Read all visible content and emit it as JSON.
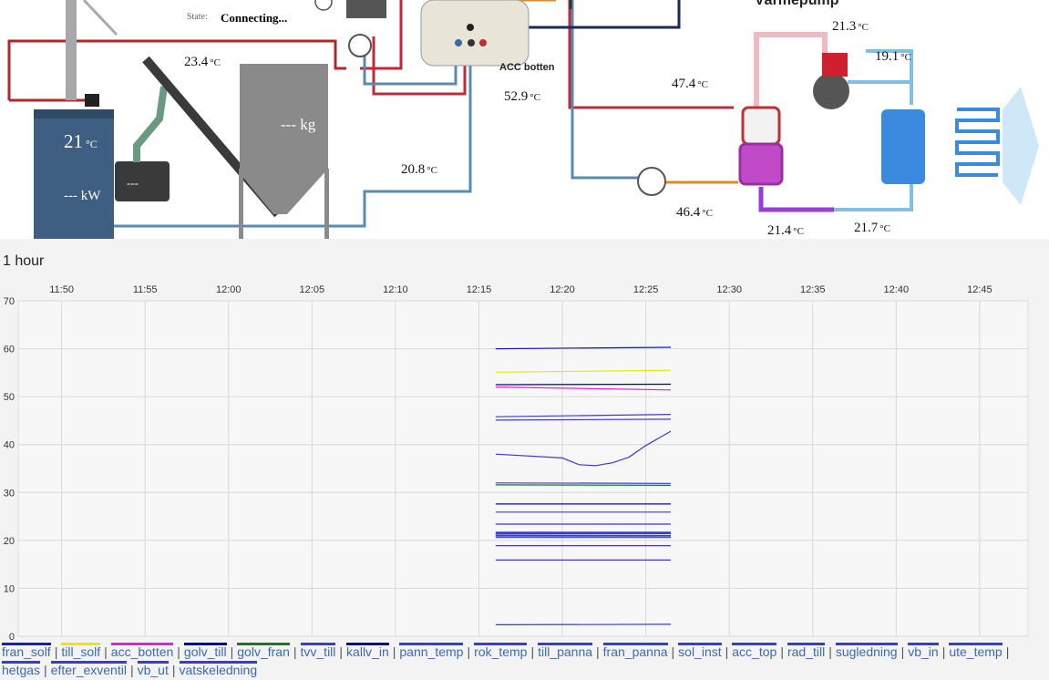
{
  "diagram": {
    "state_label": "State:",
    "state_value": "Connecting...",
    "acc_label": "ACC botten",
    "heatpump_label": "Värmepump",
    "boiler_temp": "21",
    "boiler_power": "---",
    "burner_value": "---",
    "pellet_weight": "---",
    "power_unit": "kW",
    "weight_unit": "kg",
    "temp_unit": "°C",
    "temps": {
      "t_boiler_out": "23.4",
      "t_acc_bottom": "52.9",
      "t_return": "20.8",
      "t_hp_in": "47.4",
      "t_hp_ret": "46.4",
      "t_comp_top": "21.3",
      "t_evap_top": "19.1",
      "t_cond_out": "21.4",
      "t_evap_out": "21.7"
    }
  },
  "range_label": "1 hour",
  "chart_data": {
    "type": "line",
    "x_ticks": [
      "11:50",
      "11:55",
      "12:00",
      "12:05",
      "12:10",
      "12:15",
      "12:20",
      "12:25",
      "12:30",
      "12:35",
      "12:40",
      "12:45"
    ],
    "y_ticks": [
      0,
      10,
      20,
      30,
      40,
      50,
      60,
      70
    ],
    "ylim": [
      0,
      70
    ],
    "grid": true,
    "legend_position": "bottom",
    "series": [
      {
        "name": "fran_solf",
        "color": "#1a1acc",
        "x": [
          "12:16",
          "12:26"
        ],
        "values": [
          60.0,
          60.3
        ]
      },
      {
        "name": "till_solf",
        "color": "#e8e800",
        "x": [
          "12:16",
          "12:26"
        ],
        "values": [
          55.1,
          55.5
        ]
      },
      {
        "name": "acc_botten",
        "color": "#e020e0",
        "x": [
          "12:16",
          "12:26"
        ],
        "values": [
          52.0,
          51.4
        ]
      },
      {
        "name": "golv_till",
        "color": "#0000aa",
        "x": [
          "12:16",
          "12:26"
        ],
        "values": [
          52.5,
          52.6
        ]
      },
      {
        "name": "golv_fran",
        "color": "#1a7a1a",
        "x": [
          "12:16",
          "12:26"
        ],
        "values": [
          31.6,
          31.5
        ]
      },
      {
        "name": "tvv_till",
        "color": "#3a3ad8",
        "x": [
          "12:16",
          "12:26"
        ],
        "values": [
          45.8,
          46.3
        ]
      },
      {
        "name": "kallv_in",
        "color": "#0a0aa0",
        "x": [
          "12:16",
          "12:26"
        ],
        "values": [
          27.6,
          27.6
        ]
      },
      {
        "name": "pann_temp",
        "color": "#3a3ad8",
        "x": [
          "12:16",
          "12:20",
          "12:21",
          "12:22",
          "12:23",
          "12:24",
          "12:25",
          "12:26"
        ],
        "values": [
          38.0,
          37.2,
          35.8,
          35.6,
          36.2,
          37.4,
          39.8,
          42.8
        ]
      },
      {
        "name": "rok_temp",
        "color": "#3a3ad8",
        "x": [
          "12:16",
          "12:26"
        ],
        "values": [
          45.1,
          45.3
        ]
      },
      {
        "name": "till_panna",
        "color": "#3a3ad8",
        "x": [
          "12:16",
          "12:26"
        ],
        "values": [
          32.0,
          31.9
        ]
      },
      {
        "name": "fran_panna",
        "color": "#3a3ad8",
        "x": [
          "12:16",
          "12:26"
        ],
        "values": [
          25.9,
          25.9
        ]
      },
      {
        "name": "sol_inst",
        "color": "#3a3ad8",
        "x": [
          "12:16",
          "12:26"
        ],
        "values": [
          23.4,
          23.4
        ]
      },
      {
        "name": "acc_top",
        "color": "#3a3ad8",
        "x": [
          "12:16",
          "12:26"
        ],
        "values": [
          21.7,
          21.7
        ]
      },
      {
        "name": "rad_till",
        "color": "#3a3ad8",
        "x": [
          "12:16",
          "12:26"
        ],
        "values": [
          21.3,
          21.4
        ]
      },
      {
        "name": "sugledning",
        "color": "#3a3ad8",
        "x": [
          "12:16",
          "12:26"
        ],
        "values": [
          20.9,
          20.9
        ]
      },
      {
        "name": "vb_in",
        "color": "#3a3ad8",
        "x": [
          "12:16",
          "12:26"
        ],
        "values": [
          20.6,
          20.6
        ]
      },
      {
        "name": "ute_temp",
        "color": "#3a3ad8",
        "x": [
          "12:16",
          "12:26"
        ],
        "values": [
          18.9,
          18.9
        ]
      },
      {
        "name": "hetgas",
        "color": "#3a3ad8",
        "x": [
          "12:16",
          "12:26"
        ],
        "values": [
          15.9,
          15.9
        ]
      },
      {
        "name": "efter_exventil",
        "color": "#3a3ad8",
        "x": [
          "12:16",
          "12:26"
        ],
        "values": [
          2.4,
          2.5
        ]
      },
      {
        "name": "vb_ut",
        "color": "#3a3ad8",
        "x": [
          "12:16",
          "12:26"
        ],
        "values": [
          21.0,
          21.0
        ]
      },
      {
        "name": "vatskeledning",
        "color": "#3a3ad8",
        "x": [
          "12:16",
          "12:26"
        ],
        "values": [
          21.5,
          21.5
        ]
      }
    ]
  }
}
